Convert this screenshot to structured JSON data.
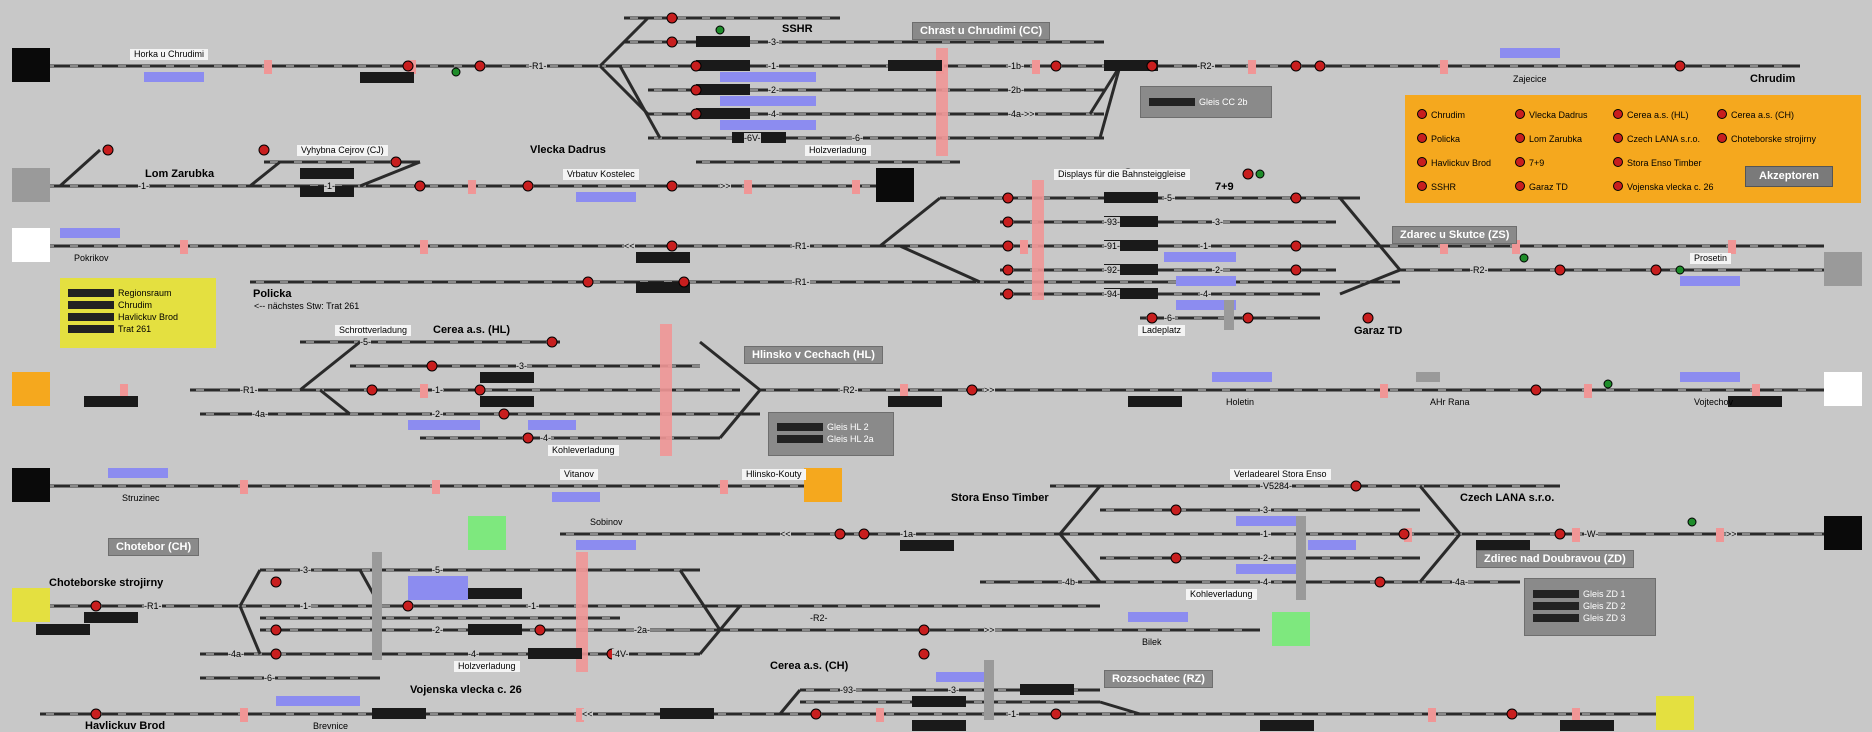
{
  "stations": {
    "chrast": "Chrast u Chrudimi (CC)",
    "zdarec_skutce": "Zdarec u Skutce (ZS)",
    "hlinsko": "Hlinsko v Cechach (HL)",
    "chotebor": "Chotebor (CH)",
    "zdirec": "Zdirec nad Doubravou (ZD)",
    "rozsochatec": "Rozsochatec (RZ)"
  },
  "places": {
    "horka": "Horka u Chrudimi",
    "sshr": "SSHR",
    "chrudim": "Chrudim",
    "zajecice": "Zajecice",
    "lom_zarubka": "Lom Zarubka",
    "vyhybna": "Vyhybna Cejrov (CJ)",
    "vlecka_dadrus": "Vlecka Dadrus",
    "vrbatuv": "Vrbatuv Kostelec",
    "holzverladung_top": "Holzverladung",
    "displays": "Displays für die  Bahnsteiggleise",
    "seven_nine": "7+9",
    "pokrikov": "Pokrikov",
    "prosetin": "Prosetin",
    "policka": "Policka",
    "naechstes": "<-- nächstes Stw: Trat 261",
    "ladeplatz": "Ladeplatz",
    "garaz": "Garaz TD",
    "schrottverladung": "Schrottverladung",
    "cerea_hl": "Cerea a.s. (HL)",
    "holetin": "Holetin",
    "ahr_rana": "AHr Rana",
    "vojtechov": "Vojtechov",
    "kohleverladung_hl": "Kohleverladung",
    "struzinec": "Struzinec",
    "vitanov": "Vitanov",
    "hlinsko_kouty": "Hlinsko-Kouty",
    "stora_enso": "Stora Enso Timber",
    "verladearel": "Verladearel Stora Enso",
    "czech_lana": "Czech LANA s.r.o.",
    "sobinov": "Sobinov",
    "choteborske": "Choteborske strojirny",
    "kohleverladung_zd": "Kohleverladung",
    "bilek": "Bilek",
    "holzverladung_ch": "Holzverladung",
    "vojenska": "Vojenska vlecka c. 26",
    "cerea_ch": "Cerea a.s. (CH)",
    "havlickuv": "Havlickuv Brod",
    "brevnice": "Brevnice"
  },
  "tracks": {
    "r1": "-R1-",
    "r2": "-R2-",
    "w": "-W-",
    "t1": "-1-",
    "t2": "-2-",
    "t3": "-3-",
    "t4": "-4-",
    "t5": "-5-",
    "t6": "-6-",
    "t1a": "-1a-",
    "t1b": "-1b-",
    "t2a": "-2a-",
    "t2b": "-2b-",
    "t4a": "-4a-",
    "t4b": "-4b-",
    "t4a_arrow": "-4a->>",
    "t6v": "-6V-",
    "t4v": "-4V-",
    "t93": "-93-",
    "t91": "-91-",
    "t92": "-92-",
    "t94": "-94-",
    "t5284": "-V5284-",
    "arr_r": ">>",
    "arr_l": "<<"
  },
  "gleis_boxes": {
    "cc": [
      "Gleis CC 2b"
    ],
    "hl": [
      "Gleis HL 2",
      "Gleis HL 2a"
    ],
    "zd": [
      "Gleis ZD 1",
      "Gleis ZD 2",
      "Gleis ZD 3"
    ]
  },
  "region_box": {
    "items": [
      "Regionsraum",
      "Chrudim",
      "Havlickuv Brod",
      "Trat 261"
    ]
  },
  "legend": {
    "items": [
      "Chrudim",
      "Vlecka Dadrus",
      "Cerea a.s. (HL)",
      "Cerea a.s. (CH)",
      "Policka",
      "Lom Zarubka",
      "Czech LANA s.r.o.",
      "Choteborske strojirny",
      "Havlickuv Brod",
      "7+9",
      "Stora Enso Timber",
      "SSHR",
      "Garaz TD",
      "Vojenska vlecka c. 26"
    ],
    "accept_label": "Akzeptoren"
  },
  "colors": {
    "background": "#c8c8c8",
    "track": "#2a2a2a",
    "signal_red": "#c81e1e",
    "signal_green": "#1e8c2a",
    "occupancy_blue": "#8c8cf0",
    "marker_pink": "#f09696",
    "legend_orange": "#f5a81e",
    "region_yellow": "#e4e040",
    "station_box": "#8a8a8a"
  }
}
